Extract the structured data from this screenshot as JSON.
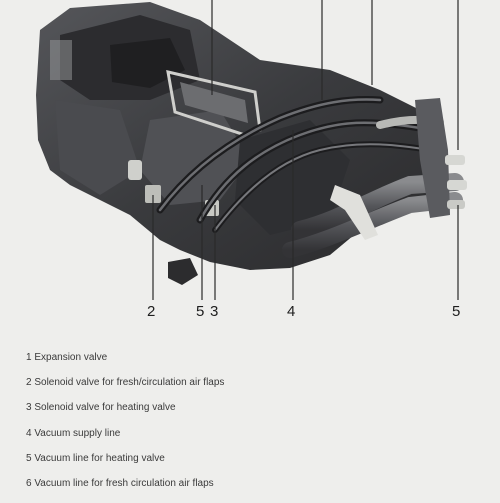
{
  "callouts": {
    "c1": "2",
    "c2": "5",
    "c3": "3",
    "c4": "4",
    "c5": "5"
  },
  "legend": [
    "1 Expansion valve",
    "2 Solenoid valve for fresh/circulation air flaps",
    "3 Solenoid valve for heating valve",
    "4 Vacuum supply line",
    "5 Vacuum line for heating valve",
    "6 Vacuum line for fresh circulation air flaps"
  ],
  "colors": {
    "background": "#eeeeec",
    "assembly": "#3a3a3c",
    "label_text": "#1e1e1e"
  }
}
